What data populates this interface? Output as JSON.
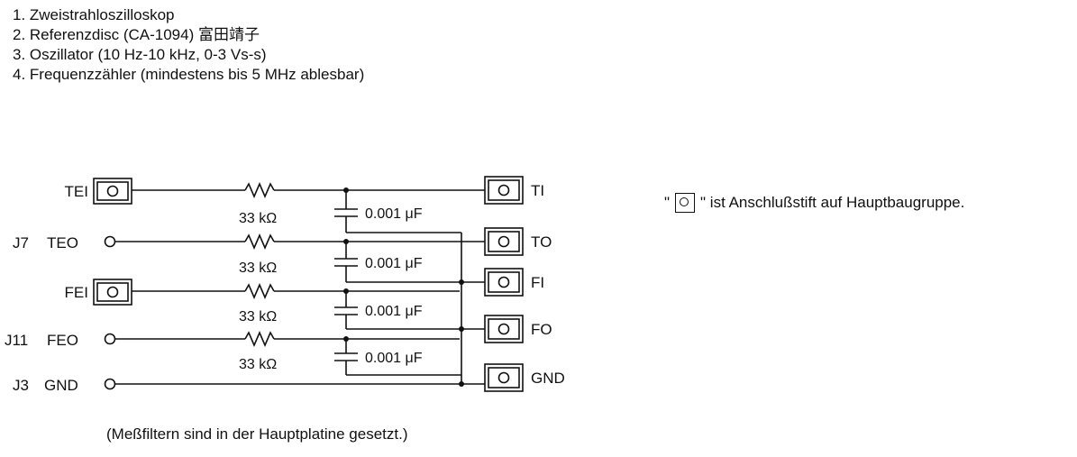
{
  "equipment_list": [
    "1. Zweistrahloszilloskop",
    "2. Referenzdisc (CA-1094) 富田靖子",
    "3. Oszillator (10 Hz-10 kHz, 0-3 Vs-s)",
    "4. Frequenzzähler (mindestens bis 5 MHz ablesbar)"
  ],
  "circuit": {
    "left_terminals": [
      {
        "label": "TEI",
        "prefix": "",
        "type": "pin-box"
      },
      {
        "label": "TEO",
        "prefix": "J7",
        "type": "jack"
      },
      {
        "label": "FEI",
        "prefix": "",
        "type": "pin-box"
      },
      {
        "label": "FEO",
        "prefix": "J11",
        "type": "jack"
      },
      {
        "label": "GND",
        "prefix": "J3",
        "type": "jack"
      }
    ],
    "right_terminals": [
      "TI",
      "TO",
      "FI",
      "FO",
      "GND"
    ],
    "resistor_label": "33 kΩ",
    "capacitor_label": "0.001 μF"
  },
  "caption": "(Meßfiltern sind in der Hauptplatine gesetzt.)",
  "legend": {
    "quote_open": "\"",
    "text": "\" ist Anschlußstift auf Hauptbaugruppe."
  }
}
